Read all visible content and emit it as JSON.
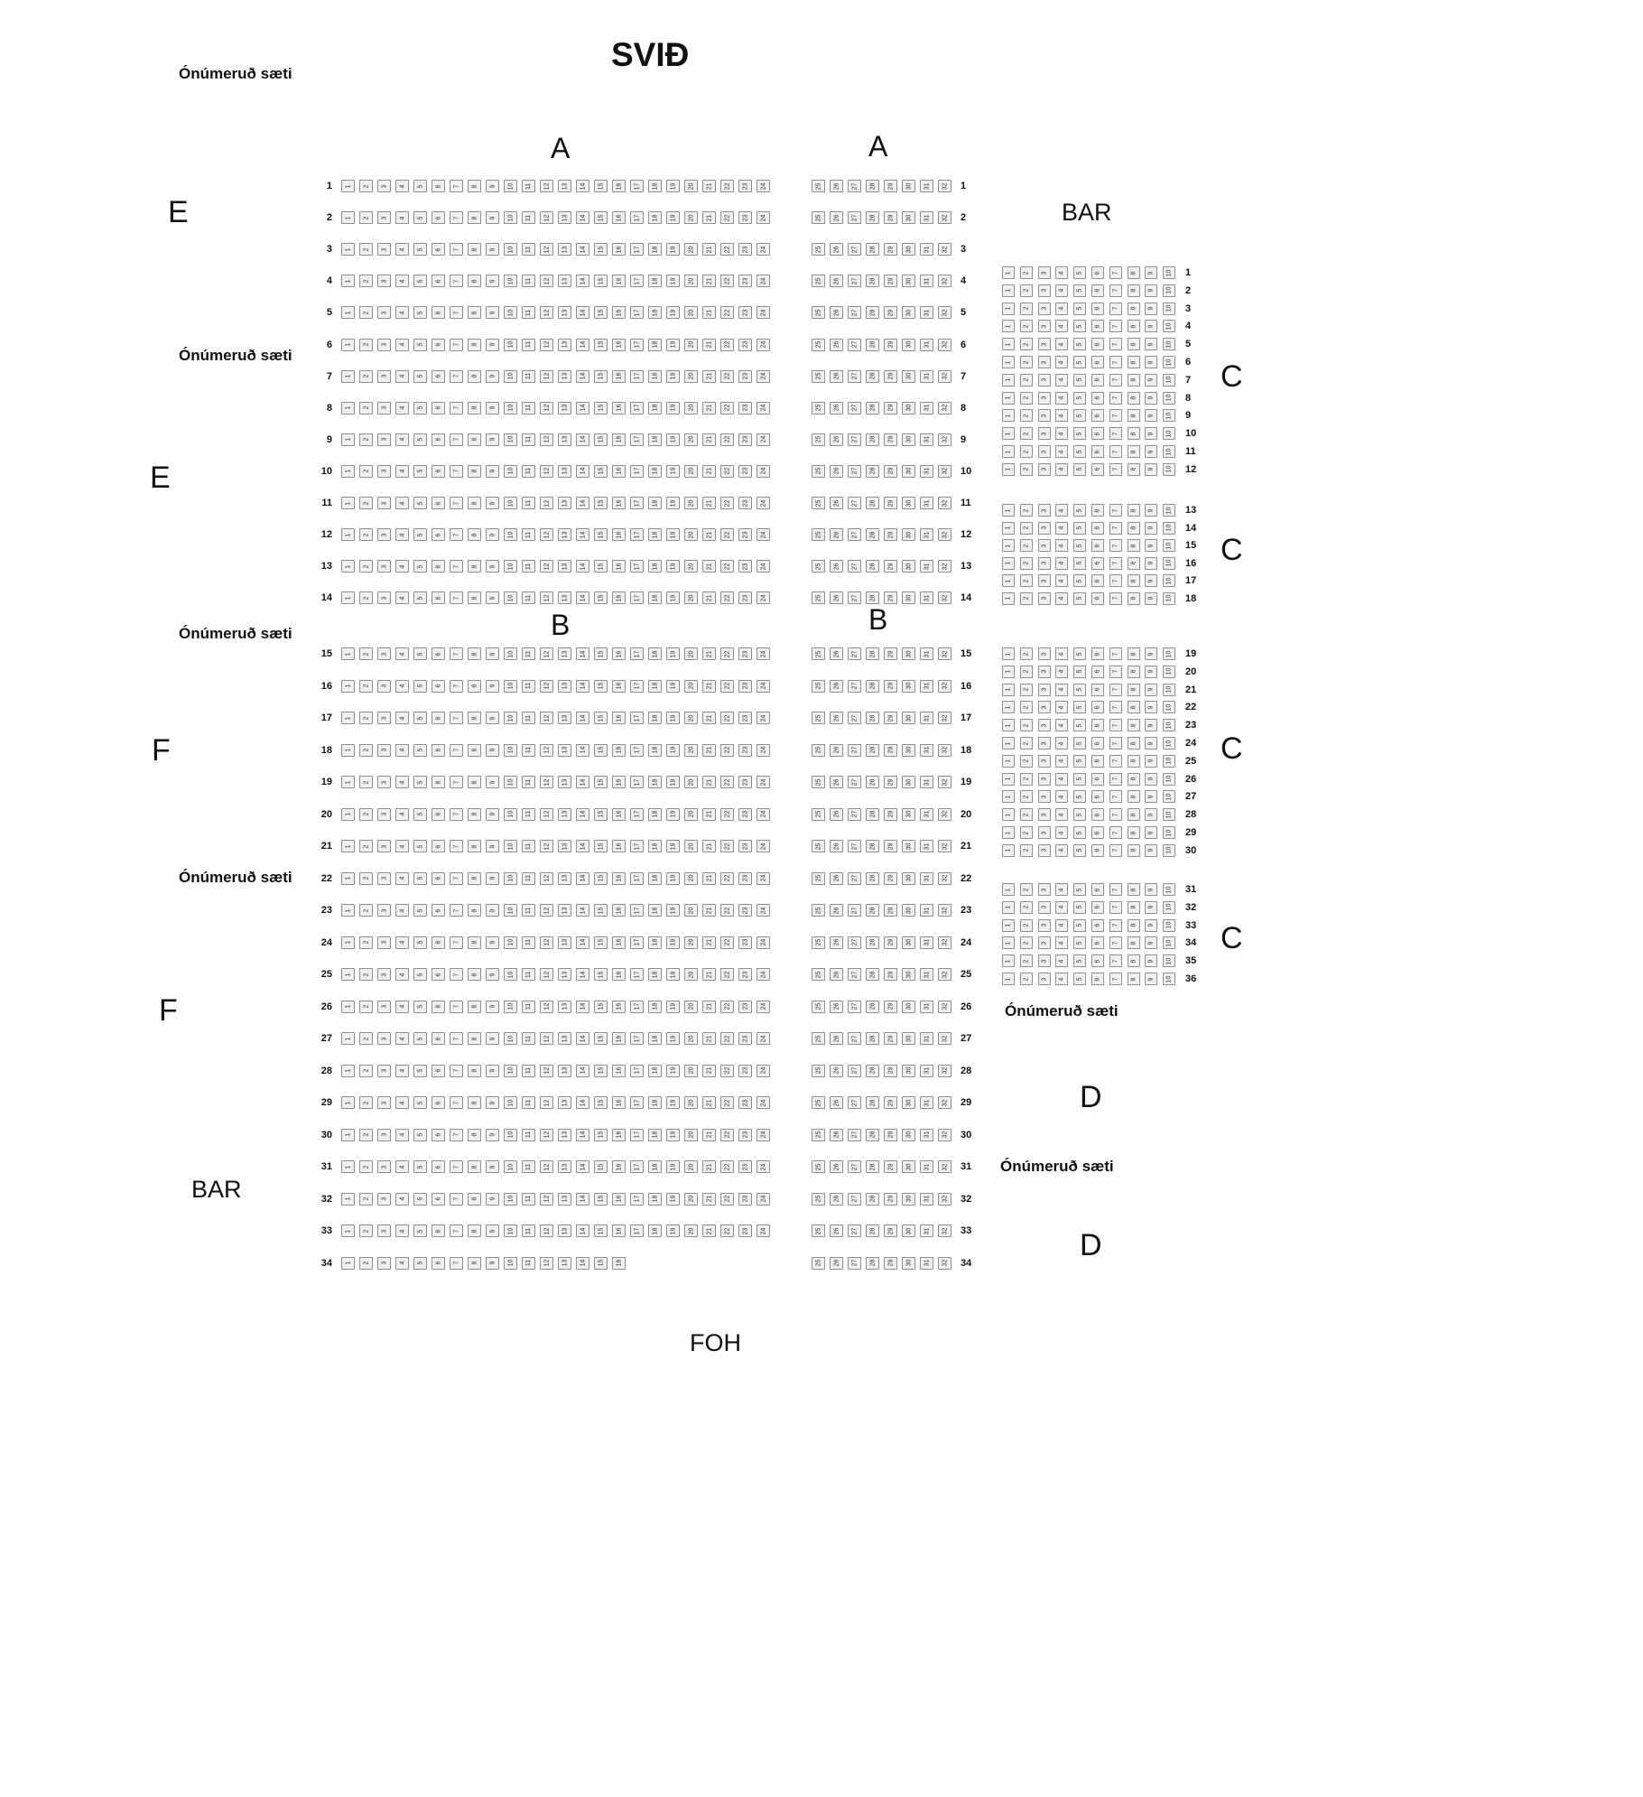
{
  "labels": {
    "stage": "SVIÐ",
    "foh": "FOH",
    "bar": "BAR",
    "unnumbered": "Ónúmeruð sæti",
    "section_a": "A",
    "section_b": "B",
    "section_c": "C",
    "section_d": "D",
    "section_e": "E",
    "section_f": "F"
  },
  "seat_map": {
    "blocks": [
      {
        "id": "main-left",
        "row_label_side": "left",
        "groups": [
          {
            "rows": [
              1,
              14
            ],
            "seats": [
              1,
              24
            ]
          },
          {
            "rows": [
              15,
              33
            ],
            "seats": [
              1,
              24
            ]
          },
          {
            "rows": [
              34,
              34
            ],
            "seats": [
              1,
              16
            ]
          }
        ]
      },
      {
        "id": "main-right",
        "row_label_side": "right",
        "groups": [
          {
            "rows": [
              1,
              14
            ],
            "seats": [
              25,
              32
            ]
          },
          {
            "rows": [
              15,
              34
            ],
            "seats": [
              25,
              32
            ]
          }
        ]
      },
      {
        "id": "side-c",
        "row_label_side": "right",
        "groups": [
          {
            "rows": [
              1,
              12
            ],
            "seats": [
              1,
              10
            ]
          },
          {
            "rows": [
              13,
              18
            ],
            "seats": [
              1,
              10
            ]
          },
          {
            "rows": [
              19,
              30
            ],
            "seats": [
              1,
              10
            ]
          },
          {
            "rows": [
              31,
              36
            ],
            "seats": [
              1,
              10
            ]
          }
        ]
      }
    ]
  }
}
